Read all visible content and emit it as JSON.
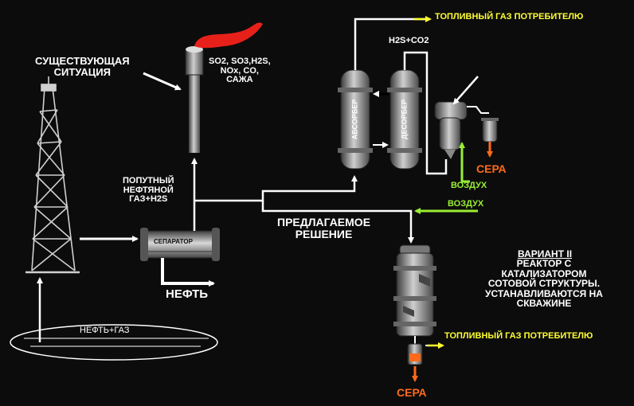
{
  "title": {
    "existing": "СУЩЕСТВУЮЩАЯ\nСИТУАЦИЯ",
    "proposed": "ПРЕДЛАГАЕМОЕ\nРЕШЕНИЕ"
  },
  "flare": {
    "emissions": "SO2, SO3,H2S,\nNOx, CO,\nСАЖА"
  },
  "well": {
    "reservoir": "НЕФТЬ+ГАЗ"
  },
  "separator": {
    "label": "СЕПАРАТОР",
    "oil_output": "НЕФТЬ",
    "gas_output": "ПОПУТНЫЙ\nНЕФТЯНОЙ\nГАЗ+H2S"
  },
  "absorption_unit": {
    "fuel_output": "ТОПЛИВНЫЙ ГАЗ ПОТРЕБИТЕЛЮ",
    "regen_gas": "H2S+CO2",
    "absorber": "АБСОРБЕР",
    "desorber": "ДЕСОРБЕР",
    "air": "ВОЗДУХ",
    "sulfur": "СЕРА"
  },
  "reactor_unit": {
    "air": "ВОЗДУХ",
    "description_title": "ВАРИАНТ II",
    "description": "РЕАКТОР С\nКАТАЛИЗАТОРОМ\nСОТОВОЙ СТРУКТУРЫ.\nУСТАНАВЛИВАЮТСЯ НА\nСКВАЖИНЕ",
    "fuel_output": "ТОПЛИВНЫЙ ГАЗ ПОТРЕБИТЕЛЮ",
    "sulfur": "СЕРА"
  },
  "colors": {
    "background": "#0c0c0c",
    "line": "#ffffff",
    "fuel_label": "#ffff33",
    "air": "#99ee33",
    "sulfur": "#ff6a1a",
    "flame": "#e8201a",
    "equipment": "#8a8a8a"
  }
}
